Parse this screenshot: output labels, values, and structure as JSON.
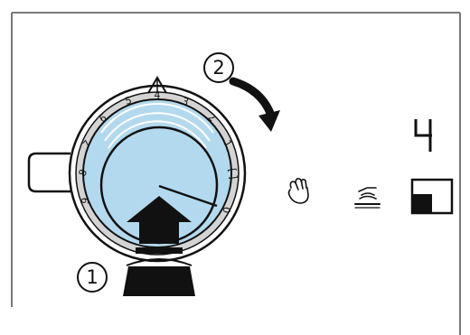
{
  "steps": [
    "1",
    "2"
  ],
  "dial": {
    "scale": [
      "9",
      "8",
      "7",
      "6",
      "5",
      "4",
      "3",
      "2",
      "1",
      "[ ]",
      "0"
    ]
  },
  "display": {
    "value": "4"
  },
  "icons": {
    "hand": "hand-icon",
    "heat": "heat-surface-icon",
    "indicator": "power-level-indicator-icon"
  },
  "colors": {
    "dial_face": "#b3d9ee",
    "frame": "#7a7a7a",
    "ink": "#111111"
  }
}
